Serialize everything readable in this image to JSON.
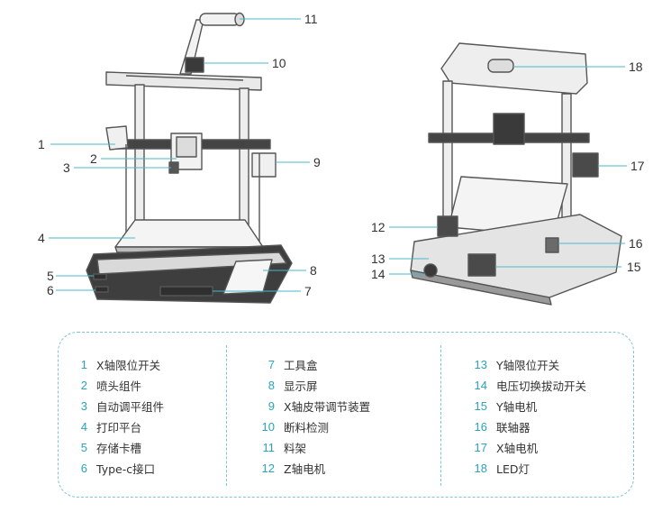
{
  "colors": {
    "accent": "#2aa3b8",
    "line": "#4bb8c8",
    "text": "#333333",
    "frame": "#555555",
    "dash": "#7fc6cf"
  },
  "callouts": {
    "c1": "1",
    "c2": "2",
    "c3": "3",
    "c4": "4",
    "c5": "5",
    "c6": "6",
    "c7": "7",
    "c8": "8",
    "c9": "9",
    "c10": "10",
    "c11": "11",
    "c12": "12",
    "c13": "13",
    "c14": "14",
    "c15": "15",
    "c16": "16",
    "c17": "17",
    "c18": "18"
  },
  "legend": {
    "col1": [
      {
        "num": "1",
        "label": "X轴限位开关"
      },
      {
        "num": "2",
        "label": "喷头组件"
      },
      {
        "num": "3",
        "label": "自动调平组件"
      },
      {
        "num": "4",
        "label": "打印平台"
      },
      {
        "num": "5",
        "label": "存储卡槽"
      },
      {
        "num": "6",
        "label": "Type-c接口"
      }
    ],
    "col2": [
      {
        "num": "7",
        "label": "工具盒"
      },
      {
        "num": "8",
        "label": "显示屏"
      },
      {
        "num": "9",
        "label": "X轴皮带调节装置"
      },
      {
        "num": "10",
        "label": "断料检测"
      },
      {
        "num": "11",
        "label": "料架"
      },
      {
        "num": "12",
        "label": "Z轴电机"
      }
    ],
    "col3": [
      {
        "num": "13",
        "label": "Y轴限位开关"
      },
      {
        "num": "14",
        "label": "电压切换拔动开关"
      },
      {
        "num": "15",
        "label": "Y轴电机"
      },
      {
        "num": "16",
        "label": "联轴器"
      },
      {
        "num": "17",
        "label": "X轴电机"
      },
      {
        "num": "18",
        "label": "LED灯"
      }
    ]
  }
}
